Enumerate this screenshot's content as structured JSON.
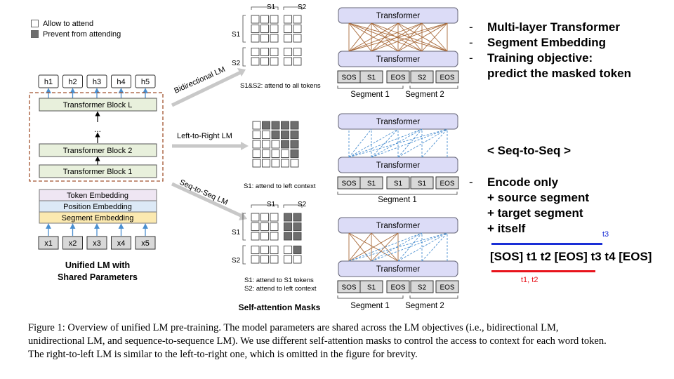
{
  "legend": {
    "allow": "Allow to attend",
    "prevent": "Prevent from attending"
  },
  "left_model": {
    "outputs": [
      "h1",
      "h2",
      "h3",
      "h4",
      "h5"
    ],
    "blocks": [
      "Transformer Block L",
      "...",
      "Transformer Block 2",
      "Transformer Block 1"
    ],
    "embeddings": [
      "Token Embedding",
      "Position Embedding",
      "Segment Embedding"
    ],
    "inputs": [
      "x1",
      "x2",
      "x3",
      "x4",
      "x5"
    ],
    "title_line1": "Unified LM with",
    "title_line2": "Shared Parameters"
  },
  "lm_labels": {
    "bidirectional": "Bidirectional LM",
    "left_to_right": "Left-to-Right LM",
    "seq_to_seq": "Seq-to-Seq LM"
  },
  "masks": {
    "s1": "S1",
    "s2": "S2",
    "bidirectional_caption": "S1&S2: attend to all tokens",
    "left_to_right_caption": "S1: attend to left context",
    "seq_caption_line1": "S1: attend to S1 tokens",
    "seq_caption_line2": "S2: attend to left context",
    "title": "Self-attention Masks"
  },
  "transformer_panels": {
    "transformer_label": "Transformer",
    "top_tokens": [
      "SOS",
      "S1",
      "EOS",
      "S2",
      "EOS"
    ],
    "mid_tokens": [
      "SOS",
      "S1",
      "S1",
      "S1",
      "EOS"
    ],
    "bottom_tokens": [
      "SOS",
      "S1",
      "EOS",
      "S2",
      "EOS"
    ],
    "segment1": "Segment 1",
    "segment2": "Segment 2"
  },
  "bullets_top": [
    "Multi-layer Transformer",
    "Segment Embedding",
    "Training objective:"
  ],
  "bullets_top_cont": "predict the masked token",
  "seq_heading": "< Seq-to-Seq >",
  "encode_lines": [
    "Encode only",
    "+ source segment",
    "+ target segment",
    "+ itself"
  ],
  "sequence": {
    "text": "[SOS] t1 t2 [EOS] t3 t4 [EOS]",
    "blue_label": "t3",
    "red_label": "t1, t2",
    "blue_color": "#1a2fd6",
    "red_color": "#e8131b"
  },
  "caption": "Figure 1: Overview of unified LM pre-training. The model parameters are shared across the LM objectives (i.e., bidirectional LM, unidirectional LM, and sequence-to-sequence LM). We use different self-attention masks to control the access to context for each word token. The right-to-left LM is similar to the left-to-right one, which is omitted in the figure for brevity.",
  "colors": {
    "transformer_fill": "#dcdcf7",
    "block_fill": "#e8f0dc",
    "token_emb": "#efe6f3",
    "position_emb": "#dce9f6",
    "segment_emb": "#fbe9b0",
    "token_box": "#d8d8d8",
    "brown_lines": "#a86a3a",
    "blue_lines": "#4a8fd0",
    "dashed_border": "#a0522d",
    "mask_dark": "#6e6e6e"
  }
}
